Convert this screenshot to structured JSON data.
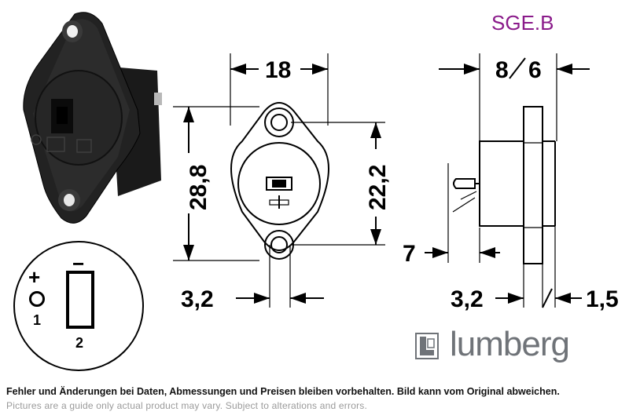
{
  "model_code": "SGE.B",
  "dimensions": {
    "width_top": "18",
    "depth_top": "8",
    "depth_top_alt": "6",
    "height_left": "28,8",
    "hole_pitch": "22,2",
    "hole_dia_front": "3,2",
    "pin_length": "7",
    "hole_dia_side": "3,2",
    "flange_thickness": "1,5"
  },
  "pinout": {
    "plus_symbol": "+",
    "minus_symbol": "−",
    "pin_1": "1",
    "pin_2": "2"
  },
  "brand": {
    "name": "lumberg"
  },
  "notes": {
    "german": "Fehler und Änderungen bei Daten, Abmessungen und Preisen bleiben vorbehalten. Bild kann vom Original abweichen.",
    "english": "Pictures are a guide only actual product may vary. Subject to alterations and errors."
  },
  "colors": {
    "model_code": "#8a1a8a",
    "brand_text": "#6f7378"
  }
}
